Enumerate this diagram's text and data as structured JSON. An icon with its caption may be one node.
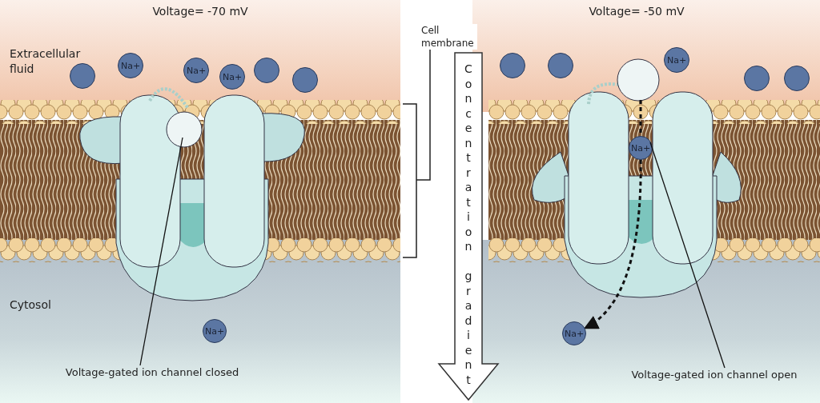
{
  "diagram": {
    "nodes": [
      {
        "text": [],
        "shape": "circle"
      },
      {
        "text": [
          "Na+"
        ]
      },
      {
        "text": [
          "Na+"
        ]
      },
      {
        "text": [
          "Na+"
        ]
      },
      {
        "text": [],
        "shape": "circle"
      },
      {
        "text": [],
        "shape": "circle"
      },
      {
        "text": [],
        "shape": "picture"
      },
      {
        "text": [
          "Na+"
        ]
      },
      {
        "text": [
          "Voltage-gated ion channel closed"
        ]
      },
      {
        "text": [],
        "shape": "circle"
      },
      {
        "text": [],
        "shape": "circle"
      },
      {
        "text": [
          "Na+"
        ]
      },
      {
        "text": [],
        "shape": "circle"
      },
      {
        "text": [],
        "shape": "circle"
      },
      {
        "text": [],
        "shape": "picture"
      },
      {
        "text": [
          "Na+"
        ],
        "in": 14
      },
      {
        "text": [
          "Na+"
        ]
      },
      {
        "text": [
          "Voltage-gated ion channel open"
        ]
      }
    ],
    "edges": [
      {
        "from": 8,
        "to": 6,
        "arrow": "none"
      },
      {
        "from": 15,
        "to": 16,
        "arrow": "to",
        "style": "dashed"
      },
      {
        "from": 17,
        "to": 14,
        "arrow": "none"
      }
    ],
    "labels": [
      "Voltage= -70 mV",
      "Voltage= -50 mV",
      "Cell membrane",
      "Extracellular fluid",
      "Concentration gradient",
      "Cytosol"
    ]
  }
}
